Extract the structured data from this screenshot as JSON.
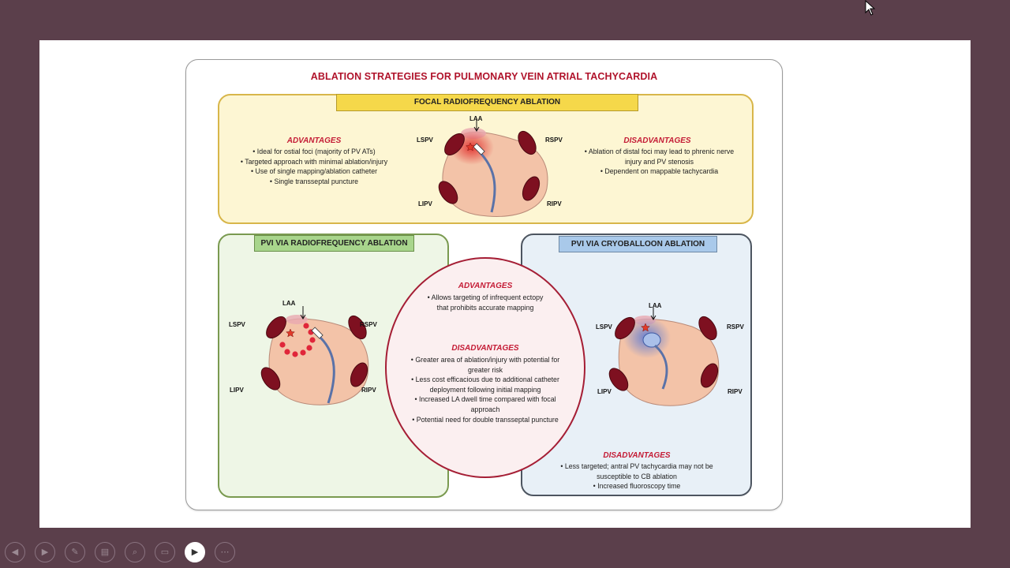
{
  "title": "ABLATION STRATEGIES FOR PULMONARY VEIN ATRIAL TACHYCARDIA",
  "focal": {
    "banner": "FOCAL RADIOFREQUENCY ABLATION",
    "advantages_title": "ADVANTAGES",
    "advantages": [
      "• Ideal for ostial foci (majority of PV ATs)",
      "• Targeted approach with minimal ablation/injury",
      "• Use of single mapping/ablation catheter",
      "• Single transseptal puncture"
    ],
    "disadvantages_title": "DISADVANTAGES",
    "disadvantages": [
      "• Ablation of distal foci may lead to phrenic nerve",
      "injury and PV stenosis",
      "• Dependent on mappable tachycardia"
    ]
  },
  "rf": {
    "banner": "PVI VIA RADIOFREQUENCY ABLATION"
  },
  "cryo": {
    "banner": "PVI VIA CRYOBALLOON ABLATION",
    "disadvantages_title": "DISADVANTAGES",
    "disadvantages": [
      "• Less targeted; antral PV tachycardia may not be",
      "susceptible to CB ablation",
      "• Increased fluoroscopy time"
    ]
  },
  "pvi_common": {
    "advantages_title": "ADVANTAGES",
    "advantages": [
      "• Allows targeting of infrequent ectopy",
      "that prohibits accurate mapping"
    ],
    "disadvantages_title": "DISADVANTAGES",
    "disadvantages": [
      "• Greater area of ablation/injury with potential for",
      "greater risk",
      "• Less cost efficacious due to additional catheter",
      "deployment following initial mapping",
      "• Increased LA dwell time compared with focal",
      "approach",
      "• Potential need for double transseptal puncture"
    ]
  },
  "anatomy": {
    "laa": "LAA",
    "lspv": "LSPV",
    "rspv": "RSPV",
    "lipv": "LIPV",
    "ripv": "RIPV"
  },
  "colors": {
    "title": "#b0132b",
    "vein": "#7e1020",
    "atrium": "#f3c3a8",
    "catheter": "#5a72a8"
  },
  "controls": [
    "prev-icon",
    "next-icon",
    "pen-icon",
    "slides-icon",
    "zoom-icon",
    "subtitles-icon",
    "camera-icon",
    "more-icon"
  ]
}
